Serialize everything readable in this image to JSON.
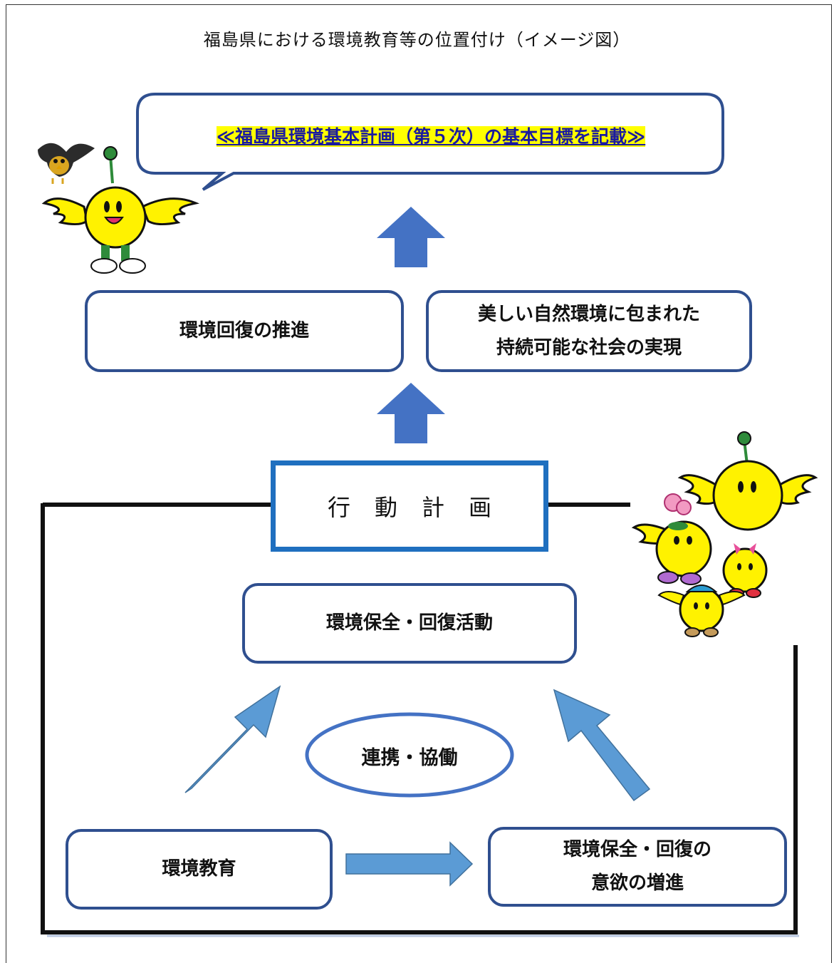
{
  "title": "福島県における環境教育等の位置付け（イメージ図）",
  "speech_bubble": {
    "text": "≪福島県環境基本計画（第５次）の基本目標を記載≫"
  },
  "goals": {
    "left": "環境回復の推進",
    "right_line1": "美しい自然環境に包まれた",
    "right_line2": "持続可能な社会の実現"
  },
  "action_plan": {
    "label": "行動計画"
  },
  "activities": {
    "label": "環境保全・回復活動"
  },
  "cooperation": {
    "label": "連携・協働"
  },
  "education": {
    "label": "環境教育"
  },
  "motivation": {
    "line1": "環境保全・回復の",
    "line2": "意欲の増進"
  },
  "colors": {
    "box_border": "#2f4f8f",
    "arrow_dark": "#4472c4",
    "arrow_light": "#5b9bd5",
    "highlight": "#ffff00",
    "plan_border": "#1f6fbf",
    "mascot_yellow": "#fff200"
  },
  "icons": [
    "mascot-character-icon",
    "bird-icon",
    "mascot-group-icon"
  ]
}
